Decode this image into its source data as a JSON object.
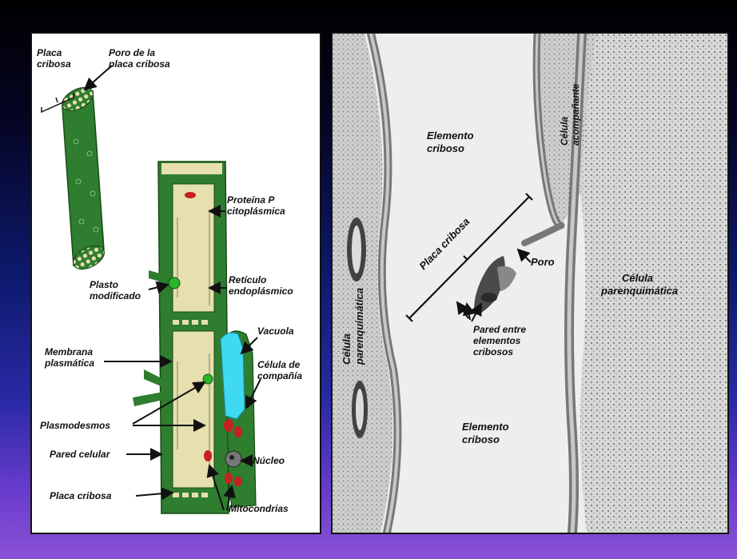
{
  "left_diagram": {
    "labels": {
      "placa_cribosa_top": [
        "Placa",
        "cribosa"
      ],
      "poro": [
        "Poro de la",
        "placa cribosa"
      ],
      "proteina_p": [
        "Proteína P",
        "citoplásmica"
      ],
      "plasto": [
        "Plasto",
        "modificado"
      ],
      "reticulo": [
        "Retículo",
        "endoplásmico"
      ],
      "vacuola": [
        "Vacuola"
      ],
      "membrana": [
        "Membrana",
        "plasmática"
      ],
      "celula_compania": [
        "Célula de",
        "compañía"
      ],
      "plasmodesmos": [
        "Plasmodesmos"
      ],
      "pared_celular": [
        "Pared celular"
      ],
      "nucleo": [
        "Núcleo"
      ],
      "placa_cribosa_bottom": [
        "Placa cribosa"
      ],
      "mitocondrias": [
        "Mitocondrias"
      ]
    }
  },
  "right_micrograph": {
    "labels": {
      "elemento_top": [
        "Elemento",
        "criboso"
      ],
      "celula_acompanante": [
        "Célula",
        "acompañante"
      ],
      "placa_cribosa": [
        "Placa cribosa"
      ],
      "poro": [
        "Poro"
      ],
      "celula_parenquimatica_right": [
        "Célula",
        "parenquimática"
      ],
      "celula_parenquimatica_left": [
        "Célula",
        "parenquimática"
      ],
      "pared_entre": [
        "Pared entre",
        "elementos",
        "cribosos"
      ],
      "elemento_bottom": [
        "Elemento",
        "criboso"
      ]
    }
  },
  "colors": {
    "wall_green": "#2f7d2f",
    "cytoplasm": "#e6dfae",
    "vacuole": "#3fd9f2",
    "mitochondria": "#c72020",
    "plastid": "#2ab52a"
  }
}
